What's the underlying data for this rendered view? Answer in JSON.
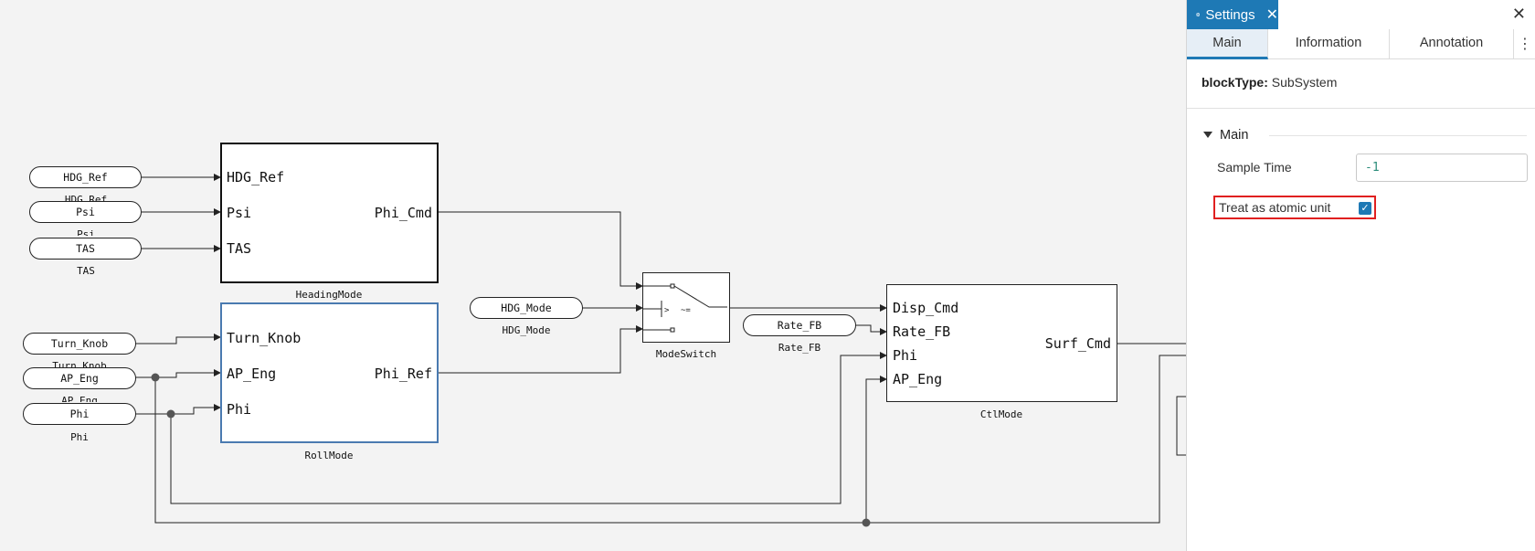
{
  "diagram": {
    "blocks": {
      "heading_mode": {
        "name": "HeadingMode",
        "inputs": [
          "HDG_Ref",
          "Psi",
          "TAS"
        ],
        "output": "Phi_Cmd"
      },
      "roll_mode": {
        "name": "RollMode",
        "inputs": [
          "Turn_Knob",
          "AP_Eng",
          "Phi"
        ],
        "output": "Phi_Ref"
      },
      "mode_switch": {
        "name": "ModeSwitch",
        "criteria_glyph": ">",
        "criteria_text": "~="
      },
      "ctl_mode": {
        "name": "CtlMode",
        "inputs": [
          "Disp_Cmd",
          "Rate_FB",
          "Phi",
          "AP_Eng"
        ],
        "output": "Surf_Cmd"
      }
    },
    "inports": [
      {
        "label": "HDG_Ref",
        "caption": "HDG_Ref"
      },
      {
        "label": "Psi",
        "caption": "Psi"
      },
      {
        "label": "TAS",
        "caption": "TAS"
      },
      {
        "label": "Turn_Knob",
        "caption": "Turn_Knob"
      },
      {
        "label": "AP_Eng",
        "caption": "AP_Eng"
      },
      {
        "label": "Phi",
        "caption": "Phi"
      },
      {
        "label": "HDG_Mode",
        "caption": "HDG_Mode"
      },
      {
        "label": "Rate_FB",
        "caption": "Rate_FB"
      }
    ]
  },
  "panel": {
    "title": "Settings",
    "title_icon": "gear-icon",
    "tabs": [
      "Main",
      "Information",
      "Annotation"
    ],
    "active_tab": "Main",
    "block_type_key": "blockType:",
    "block_type_value": "SubSystem",
    "section_title": "Main",
    "sample_time_label": "Sample Time",
    "sample_time_value": "-1",
    "atomic_label": "Treat as atomic unit",
    "atomic_checked": true
  },
  "colors": {
    "accent": "#1e79b5",
    "highlight": "#e02020",
    "selected_block": "#4a7ab0"
  }
}
